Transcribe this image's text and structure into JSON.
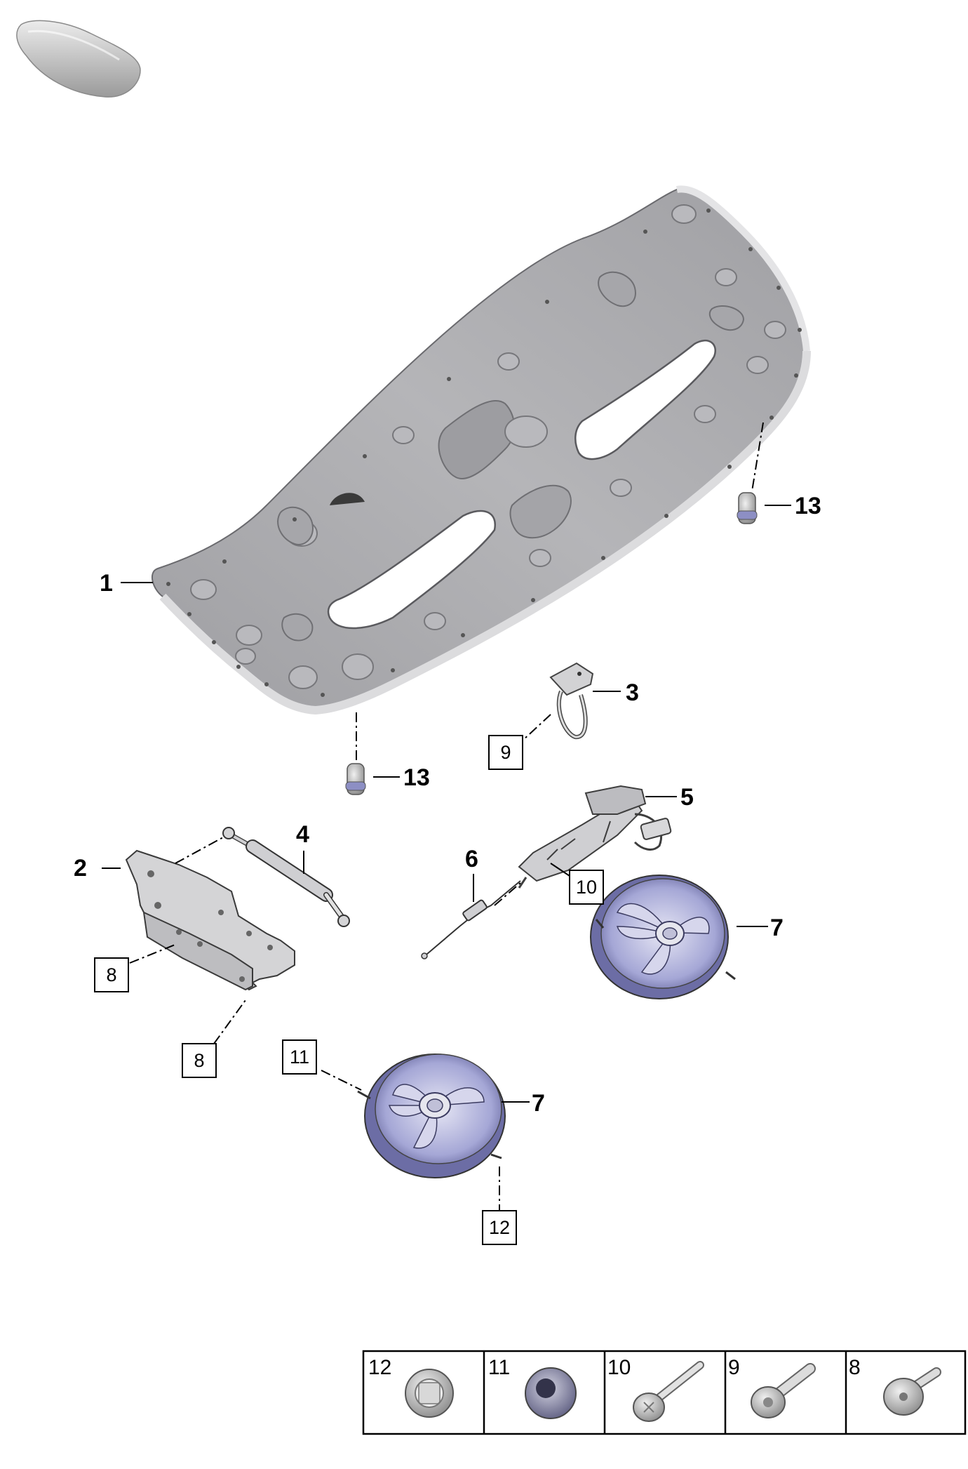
{
  "callouts": {
    "c1": "1",
    "c2": "2",
    "c3": "3",
    "c4": "4",
    "c5": "5",
    "c6": "6",
    "c7a": "7",
    "c7b": "7",
    "c13a": "13",
    "c13b": "13"
  },
  "boxed": {
    "b8a": "8",
    "b8b": "8",
    "b9": "9",
    "b10": "10",
    "b11": "11",
    "b12": "12"
  },
  "fastener_table": [
    {
      "number": "12",
      "icon": "clip-nut-icon"
    },
    {
      "number": "11",
      "icon": "grommet-icon"
    },
    {
      "number": "10",
      "icon": "long-bolt-icon"
    },
    {
      "number": "9",
      "icon": "shoulder-bolt-icon"
    },
    {
      "number": "8",
      "icon": "short-bolt-icon"
    }
  ],
  "colors": {
    "panel_fill": "#a9a9ad",
    "panel_edge": "#d6d6d8",
    "fan_blue": "#8d8fc4",
    "fan_blue_dark": "#5e5f96",
    "metal": "#c9c9cc"
  }
}
